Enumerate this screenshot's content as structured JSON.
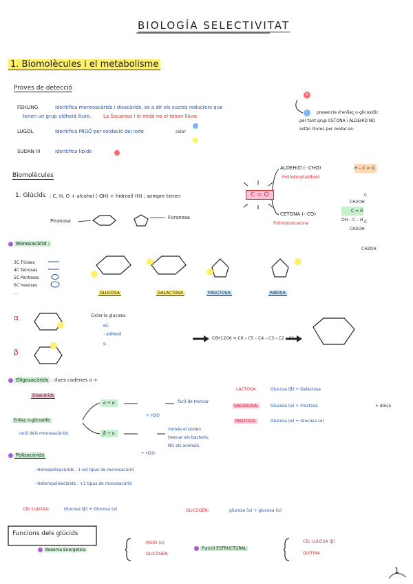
{
  "header": {
    "title": "BIOLOGÍA SELECTIVITAT"
  },
  "section1": {
    "title": "1. Biomolècules i el metabolisme"
  },
  "proves": {
    "heading": "Proves de detecció",
    "fehling_label": "FEHLING",
    "fehling_text": "identifica monosacàrids i disacàrids, es a dir els sucres reductors que",
    "fehling_text2": "tenen un grup aldheid lliure.",
    "fehling_note": "La Sacarosa i el midó no el tenen lliure.",
    "lugol_label": "LUGOL",
    "lugol_text": "identifica MIDÓ per oxidació del Iode",
    "lugol_color": "color",
    "sudan_label": "SUDAN III",
    "sudan_text": "identifica lípids",
    "plus": "+",
    "minus": "-",
    "side_text1": "presencia d'enllaç o-glicosídic",
    "side_text2": "per tant grup CETONA i ALDEHID NO",
    "side_text3": "estàn lliures per oxidar-se."
  },
  "biomolecules": {
    "heading": "Biomolècules",
    "glucids_label": "1. Glúcids",
    "glucids_formula": ": C, H, O + alcohol (-OH) + hidroxil (H) ; sempre tenen",
    "co_box": "C = O",
    "aldehid": "ALDEHID (- CHO)",
    "aldehid_sub": "Polihidroxilaldheid",
    "cetona": "CETONA (- CO)",
    "cetona_sub": "Polihidroxicetona",
    "piranosa": "Piranosa",
    "furanosa": "Furanosa",
    "ald_struct": [
      "H – C = O",
      "C",
      "C",
      "CH2OH"
    ],
    "cet_struct": [
      "CH2OH",
      "C = O",
      "OH – C – H",
      "CH2OH"
    ]
  },
  "monosacarid": {
    "heading": "Monosacàrid :",
    "types": [
      "3C Trioses",
      "4C Tetroses",
      "5C Pentoses",
      "6C hexoses",
      "..."
    ],
    "names": [
      "GLUCOSA",
      "GALACTOSA",
      "FRUCTOSA",
      "RIBOSA"
    ],
    "alpha": "α",
    "beta": "β",
    "ciclar": "Ciclar la glucosa:",
    "ciclar_6c": "6C",
    "ciclar_ald": "- aldheid",
    "ciclar_alpha": "α",
    "chain": "C6H12O6 = C6 – C5 – C4 – C3 – C2 – C1"
  },
  "oligo": {
    "heading": "Oligosacàrids",
    "heading_rest": ": dues cadenes o +",
    "disacarids": "Disacàrids",
    "alfa_label": "α + α",
    "beta_label": "β + α",
    "enllac": "Enllaç o-glicosídic",
    "enllac2": "unió dels monosacàrids.",
    "h2o": "+ H2O",
    "facil": "fàcil de trencar",
    "nomes": "només el poden",
    "nomes2": "trencar els bacteris,",
    "nomes3": "NO els animals.",
    "lactosa": "LACTOSA:",
    "lactosa_val": "Glucosa (β) + Galactosa",
    "sacarosa": "SACAROSA:",
    "sacarosa_val": "Glucosa (α) + Fructosa",
    "sacarosa_extra": "+ dolça",
    "maltosa": "MALTOSA:",
    "maltosa_val": "Glucosa (α) + Glucosa (α)"
  },
  "poli": {
    "heading": "Polisacàrids",
    "homo": "- Homopolisacàrids : 1 sol tipus de monosacàrid",
    "hetero": "- Heteropolisacàrids : +1 tipus de monosacàrid",
    "cellulosa": "CEL·LULOSA:",
    "cellulosa_val": "Glucosa (β) + Glucosa (α)",
    "glicogen": "GLICÒGEN:",
    "glicogen_val": "glucosa (α) + glucosa (α)"
  },
  "funcions": {
    "heading": "Funcions dels glúcids",
    "reserva": "Reserva Energètica",
    "reserva_items": [
      "MIDÓ (α)",
      "GLICÒGEN"
    ],
    "estructural": "Funció ESTRUCTURAL",
    "estructural_items": [
      "CEL·LULOSA (β)",
      "QUITINA"
    ],
    "page": "1"
  },
  "colors": {
    "red": "#d62b2b",
    "blue": "#2450a8",
    "yellow": "#ffef6a",
    "green": "#c8f0cf",
    "pink": "#ffc1d8",
    "purple": "#a65fd6"
  }
}
